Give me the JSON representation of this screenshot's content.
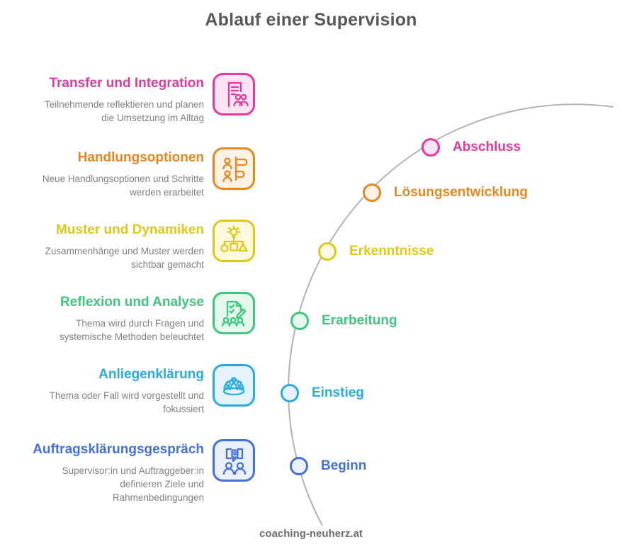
{
  "title": "Ablauf einer Supervision",
  "footer": "coaching-neuherz.at",
  "curve_color": "#B3B3B3",
  "stages": [
    {
      "title": "Transfer und Integration",
      "description": "Teilnehmende reflektieren und planen die Umsetzung im Alltag",
      "color": "#E5399E",
      "tint": "#FCE4F2",
      "icon": "report-people-icon"
    },
    {
      "title": "Handlungsoptionen",
      "description": "Neue Handlungsoptionen und Schritte werden erarbeitet",
      "color": "#E8871E",
      "tint": "#FDF3E5",
      "icon": "people-options-icon"
    },
    {
      "title": "Muster und Dynamiken",
      "description": "Zusammenhänge und Muster werden sichtbar gemacht",
      "color": "#E0C818",
      "tint": "#FCF9DF",
      "icon": "idea-shapes-icon"
    },
    {
      "title": "Reflexion und Analyse",
      "description": "Thema wird durch Fragen und systemische Methoden beleuchtet",
      "color": "#3CC97E",
      "tint": "#E6F9EF",
      "icon": "checklist-group-icon"
    },
    {
      "title": "Anliegenklärung",
      "description": "Thema oder Fall wird vorgestellt und fokussiert",
      "color": "#29ABE2",
      "tint": "#E5F4FC",
      "icon": "group-dome-icon"
    },
    {
      "title": "Auftragsklärungsgespräch",
      "description": "Supervisor:in und Auftraggeber:in definieren Ziele und Rahmenbedingungen",
      "color": "#4470DE",
      "tint": "#EAF0FC",
      "icon": "conversation-people-icon"
    }
  ],
  "milestones": [
    {
      "label": "Abschluss",
      "color": "#E5399E"
    },
    {
      "label": "Lösungsentwicklung",
      "color": "#E8871E"
    },
    {
      "label": "Erkenntnisse",
      "color": "#E0C818"
    },
    {
      "label": "Erarbeitung",
      "color": "#3CC97E"
    },
    {
      "label": "Einstieg",
      "color": "#29ABE2"
    },
    {
      "label": "Beginn",
      "color": "#4470DE"
    }
  ]
}
